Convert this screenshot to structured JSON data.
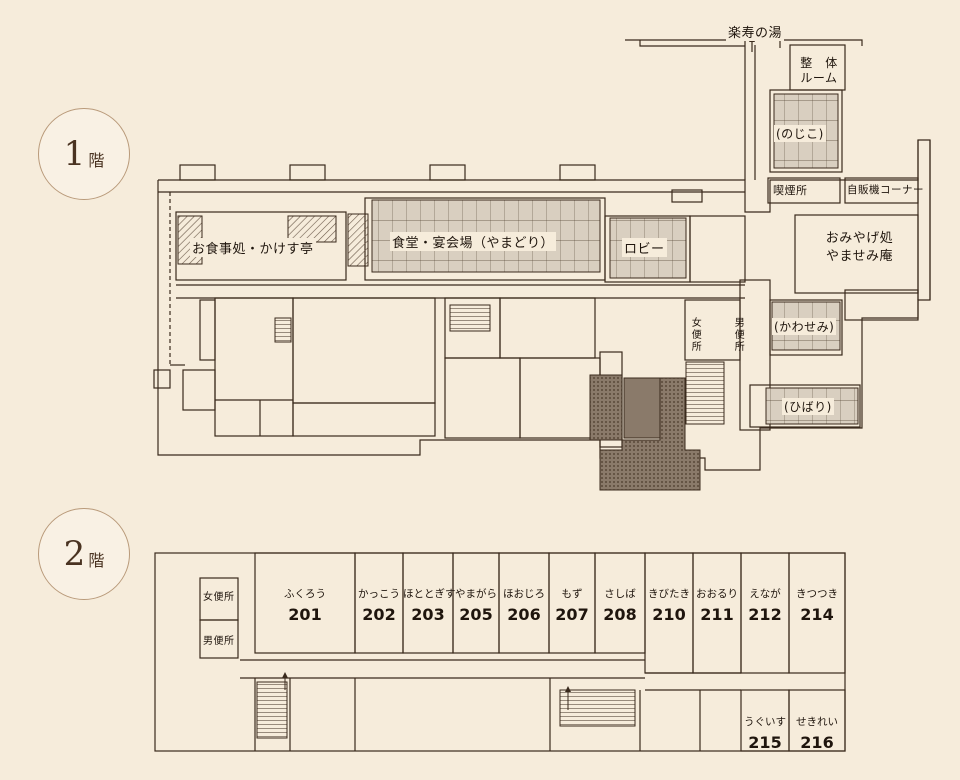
{
  "floors": {
    "f1": {
      "number": "1",
      "suffix": "階"
    },
    "f2": {
      "number": "2",
      "suffix": "階"
    }
  },
  "floor1": {
    "rakuju": "楽寿の湯",
    "seitai": "整　体\nルーム",
    "seitai_line1": "整　体",
    "seitai_line2": "ルーム",
    "nojiko": "(のじこ)",
    "kitsuen": "喫煙所",
    "jihanki": "自販機コーナー",
    "kakesu": "お食事処・かけす亭",
    "yamadori": "食堂・宴会場（やまどり）",
    "lobby": "ロビー",
    "omiyage_line1": "おみやげ処",
    "omiyage_line2": "やませみ庵",
    "onna_line1": "女",
    "onna_line2": "便",
    "onna_line3": "所",
    "otoko_line1": "男",
    "otoko_line2": "便",
    "otoko_line3": "所",
    "kawasemi": "(かわせみ)",
    "hibari": "(ひばり)"
  },
  "floor2": {
    "women_restroom": "女便所",
    "men_restroom": "男便所",
    "rooms": [
      {
        "name": "ふくろう",
        "number": "201"
      },
      {
        "name": "かっこう",
        "number": "202"
      },
      {
        "name": "ほととぎす",
        "number": "203"
      },
      {
        "name": "やまがら",
        "number": "205"
      },
      {
        "name": "ほおじろ",
        "number": "206"
      },
      {
        "name": "もず",
        "number": "207"
      },
      {
        "name": "さしば",
        "number": "208"
      },
      {
        "name": "きびたき",
        "number": "210"
      },
      {
        "name": "おおるり",
        "number": "211"
      },
      {
        "name": "えなが",
        "number": "212"
      },
      {
        "name": "きつつき",
        "number": "214"
      },
      {
        "name": "うぐいす",
        "number": "215"
      },
      {
        "name": "せきれい",
        "number": "216"
      }
    ]
  },
  "colors": {
    "background": "#f6ecdb",
    "line": "#3a2a1c",
    "hatch": "#6b5a4a",
    "badge_border": "#b99a7a"
  }
}
